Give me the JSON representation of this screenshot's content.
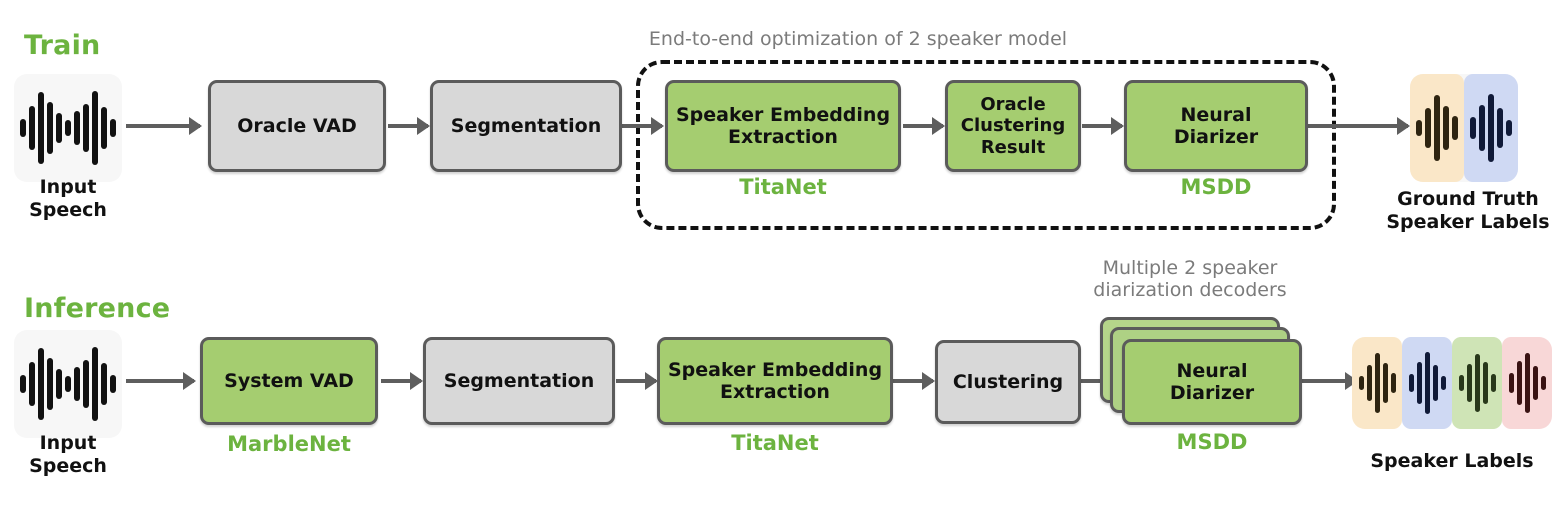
{
  "figure": {
    "rows": [
      {
        "id": "train",
        "title": "Train",
        "group_note": "End-to-end optimization of 2 speaker model",
        "input_caption": "Input\nSpeech",
        "output_caption": "Ground Truth\nSpeaker Labels",
        "stages": [
          {
            "label": "Oracle VAD",
            "style": "gray",
            "model": ""
          },
          {
            "label": "Segmentation",
            "style": "gray",
            "model": ""
          },
          {
            "label": "Speaker Embedding\nExtraction",
            "style": "green",
            "model": "TitaNet"
          },
          {
            "label": "Oracle\nClustering\nResult",
            "style": "green",
            "model": ""
          },
          {
            "label": "Neural\nDiarizer",
            "style": "green",
            "model": "MSDD"
          }
        ]
      },
      {
        "id": "inference",
        "title": "Inference",
        "group_note": "Multiple 2 speaker\ndiarization decoders",
        "input_caption": "Input\nSpeech",
        "output_caption": "Speaker Labels",
        "stages": [
          {
            "label": "System VAD",
            "style": "green",
            "model": "MarbleNet"
          },
          {
            "label": "Segmentation",
            "style": "gray",
            "model": ""
          },
          {
            "label": "Speaker Embedding\nExtraction",
            "style": "green",
            "model": "TitaNet"
          },
          {
            "label": "Clustering",
            "style": "gray",
            "model": ""
          },
          {
            "label": "Neural\nDiarizer",
            "style": "green",
            "model": "MSDD"
          }
        ]
      }
    ],
    "colors": {
      "accent_green": "#6cb33f",
      "box_green": "#a5cd70",
      "box_gray": "#d8d8d8",
      "border_gray": "#5b5b5b",
      "arrow_gray": "#5e5e5e",
      "note_gray": "#7b7b7b",
      "speaker_1_bg": "#fae7c8",
      "speaker_2_bg": "#cfd9f3",
      "speaker_3_bg": "#cfe4b6",
      "speaker_4_bg": "#f8d7d7",
      "speaker_1_wave": "#2e2410",
      "speaker_2_wave": "#101a38",
      "speaker_3_wave": "#28381a",
      "speaker_4_wave": "#3a1212",
      "input_wave": "#111111",
      "input_tile_bg": "#f7f7f7"
    },
    "waveform_bar_heights": [
      18,
      44,
      72,
      52,
      30,
      16,
      34,
      48,
      74,
      42,
      18
    ]
  }
}
